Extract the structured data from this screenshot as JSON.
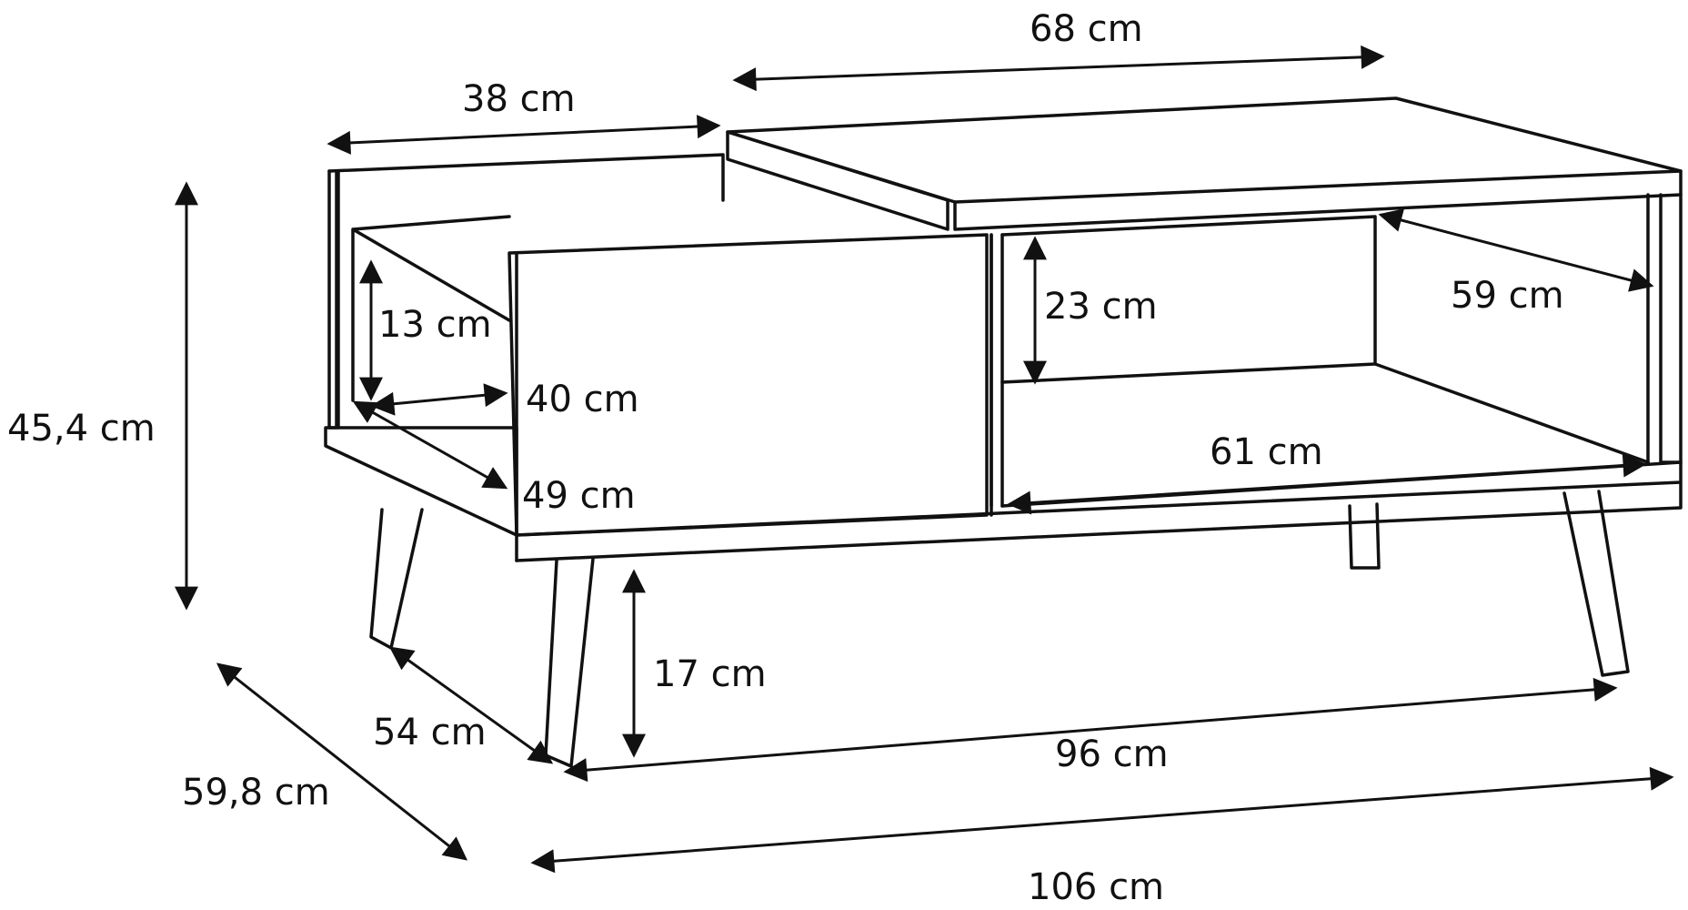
{
  "dimensions": {
    "top_width": "68 cm",
    "sliding_top_width": "38 cm",
    "total_height": "45,4 cm",
    "drawer_height": "13 cm",
    "drawer_width": "40 cm",
    "drawer_depth": "49 cm",
    "shelf_height": "23 cm",
    "shelf_depth": "59 cm",
    "shelf_width": "61 cm",
    "leg_height": "17 cm",
    "leg_depth": "54 cm",
    "total_depth": "59,8 cm",
    "leg_width": "96 cm",
    "total_width": "106 cm"
  },
  "colors": {
    "line": "#111111",
    "background": "#ffffff"
  }
}
